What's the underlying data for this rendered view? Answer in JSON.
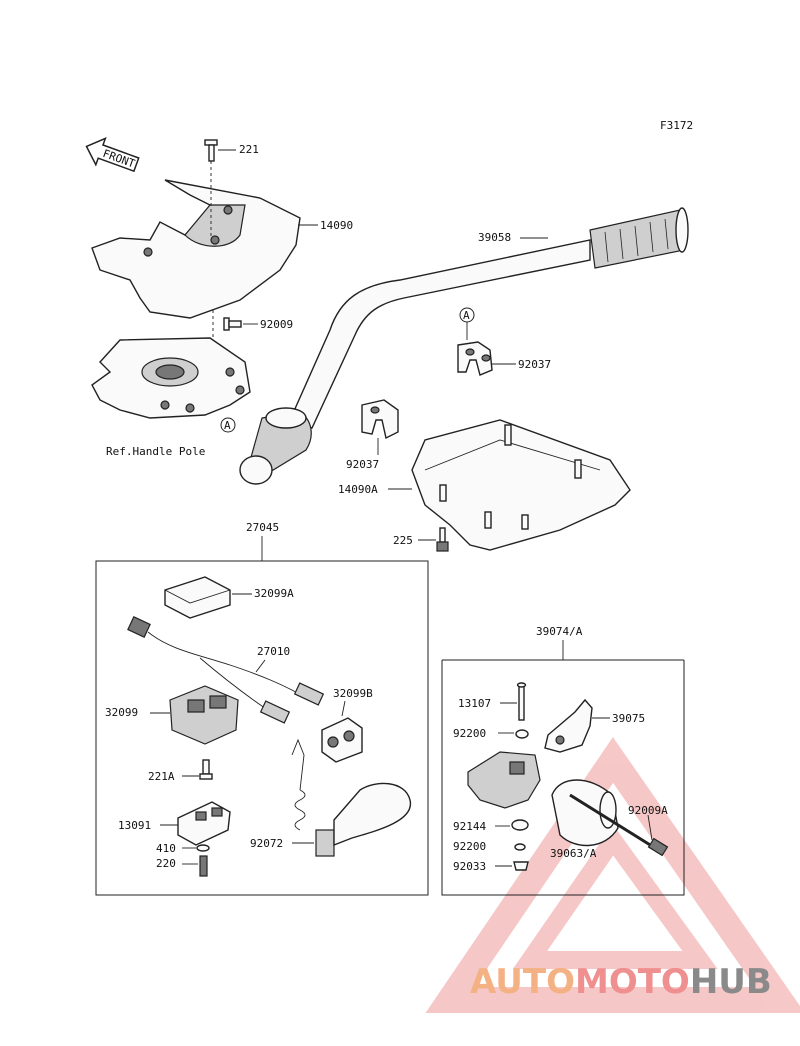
{
  "figure_code": "F3172",
  "front_label": "FRONT",
  "ref_label": "Ref.Handle Pole",
  "circle_marker": "A",
  "parts": {
    "p221": "221",
    "p14090": "14090",
    "p39058": "39058",
    "p92009": "92009",
    "p92037_right": "92037",
    "p92037_left": "92037",
    "p14090A": "14090A",
    "p225": "225",
    "p27045": "27045",
    "p32099A": "32099A",
    "p27010": "27010",
    "p32099B": "32099B",
    "p32099": "32099",
    "p221A": "221A",
    "p13091": "13091",
    "p410": "410",
    "p220": "220",
    "p92072": "92072",
    "p39074A": "39074/A",
    "p13107": "13107",
    "p39075": "39075",
    "p92200_top": "92200",
    "p92009A": "92009A",
    "p92144": "92144",
    "p92200_bottom": "92200",
    "p39063A": "39063/A",
    "p92033": "92033"
  },
  "watermark": {
    "word_auto": "AUTO",
    "word_moto": "MOTO",
    "word_hub": "HUB",
    "color_auto": "#f4b183",
    "color_moto": "#ef8f8f",
    "color_hub": "#8a8a8a"
  }
}
